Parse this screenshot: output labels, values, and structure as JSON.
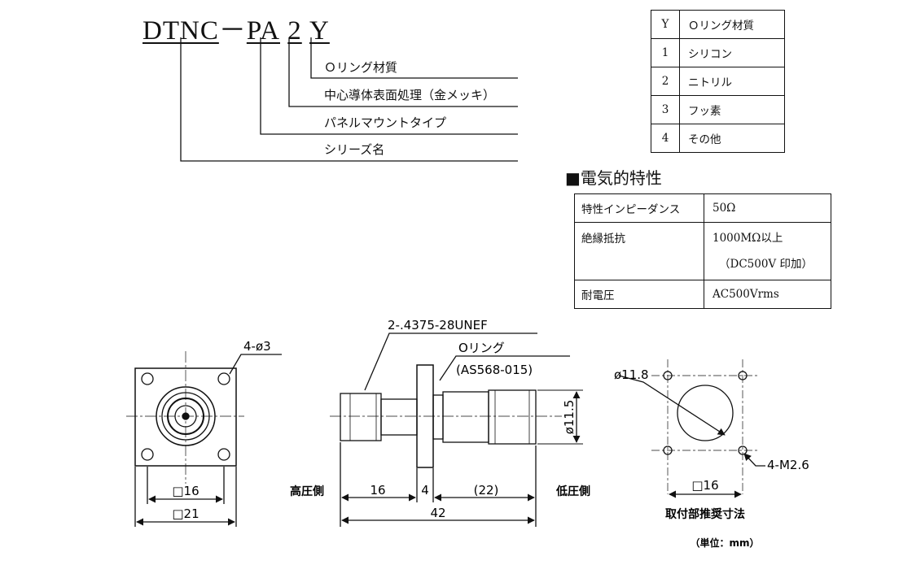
{
  "part_number": {
    "base": "DTNC",
    "dash": "－",
    "series_code": "PA",
    "plating_code": "2",
    "material_code": "Y"
  },
  "callouts": {
    "material": "Ｏリング材質",
    "plating": "中心導体表面処理（金メッキ）",
    "mount": "パネルマウントタイプ",
    "series": "シリーズ名"
  },
  "material_table": {
    "header": {
      "code": "Y",
      "label": "Ｏリング材質"
    },
    "rows": [
      {
        "code": "1",
        "label": "シリコン"
      },
      {
        "code": "2",
        "label": "ニトリル"
      },
      {
        "code": "3",
        "label": "フッ素"
      },
      {
        "code": "4",
        "label": "その他"
      }
    ]
  },
  "electrical": {
    "title": "■電気的特性",
    "rows": [
      {
        "label": "特性インピーダンス",
        "value": "50Ω",
        "note": ""
      },
      {
        "label": "絶縁抵抗",
        "value": "1000MΩ以上",
        "note": "（DC500V 印加）"
      },
      {
        "label": "耐電圧",
        "value": "AC500Vrms",
        "note": ""
      }
    ]
  },
  "drawing": {
    "front": {
      "holes": "4-ø3",
      "inner": "□16",
      "outer": "□21"
    },
    "side": {
      "thread": "2-.4375-28UNEF",
      "oring": "Oリング",
      "oring_spec": "(AS568-015)",
      "diameter": "ø11.5",
      "high_side": "高圧側",
      "low_side": "低圧側",
      "dim_a": "16",
      "dim_b": "4",
      "dim_c": "(22)",
      "total": "42"
    },
    "mount": {
      "bore": "ø11.8",
      "taps": "4-M2.6",
      "pitch": "□16",
      "caption": "取付部推奨寸法"
    },
    "unit": "（単位：mm）"
  }
}
